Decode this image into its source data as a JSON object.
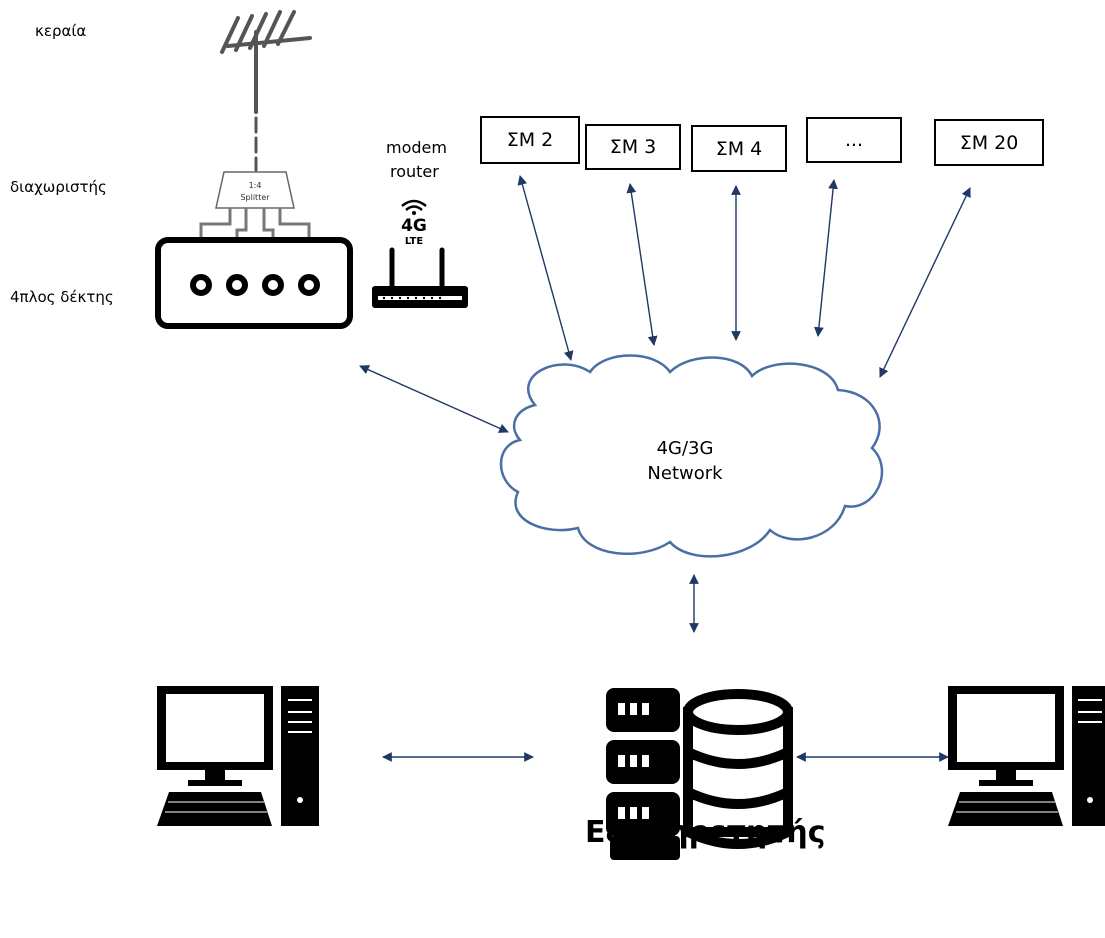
{
  "labels": {
    "antenna": "κεραία",
    "splitter": "διαχωριστής",
    "receiver": "4πλος δέκτης",
    "modem_line1": "modem",
    "modem_line2": "router",
    "splitter_ratio": "1:4",
    "splitter_name": "Splitter",
    "lte_4g": "4G",
    "lte_text": "LTE"
  },
  "meters": [
    "ΣΜ 2",
    "ΣΜ 3",
    "ΣΜ 4",
    "...",
    "ΣΜ 20"
  ],
  "network": {
    "line1": "4G/3G",
    "line2": "Network"
  },
  "server": {
    "title": "Εξυπηρετητής"
  },
  "colors": {
    "arrow": "#1f3864",
    "cloud": "#4a6fa5",
    "line": "#000000"
  }
}
